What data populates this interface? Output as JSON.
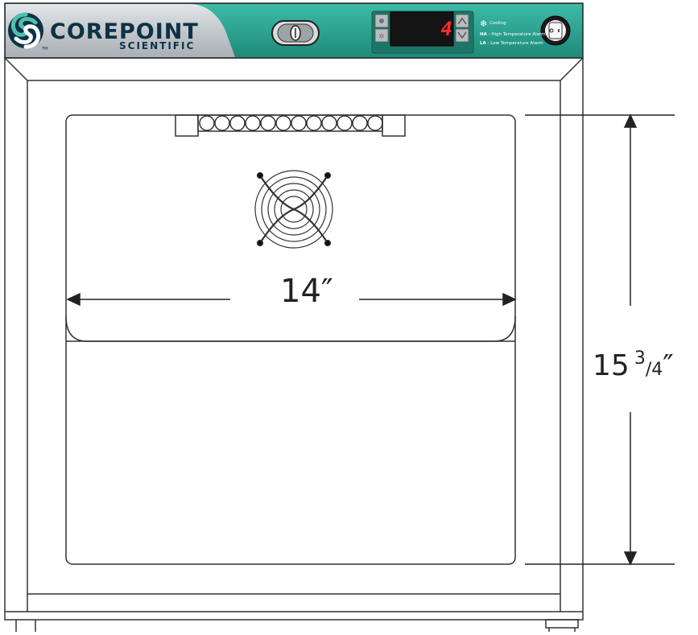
{
  "brand": {
    "name": "COREPOINT",
    "subtitle": "SCIENTIFIC",
    "trademark": "TM"
  },
  "controller": {
    "temperature_reading": "4",
    "legend": {
      "cooling": "Cooling",
      "ha_code": "HA",
      "ha_text": " - High Temperature Alarm",
      "la_code": "LA",
      "la_text": " - Low Temperature Alarm"
    }
  },
  "dimensions": {
    "width_label": "14″",
    "height_whole": "15",
    "height_num": "3",
    "height_den": "/4",
    "height_unit": "″"
  },
  "colors": {
    "teal": "#2ea896",
    "teal_dark": "#1f8a7a",
    "silver": "#c9cdd0",
    "navy": "#0d3146",
    "display_red": "#ff2a2a",
    "outline": "#333333"
  }
}
